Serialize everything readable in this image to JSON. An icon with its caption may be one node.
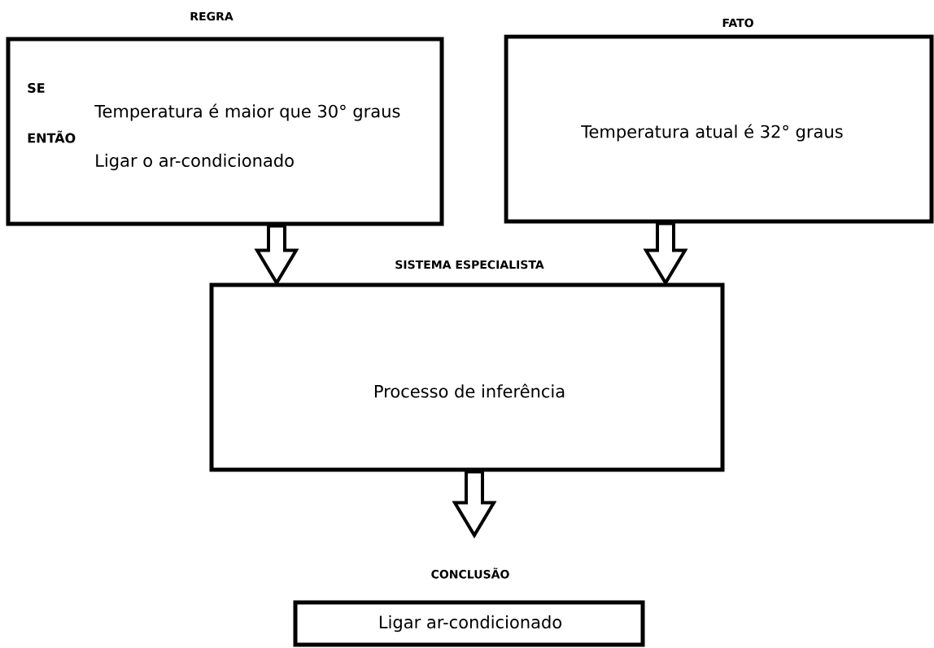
{
  "diagram": {
    "nodes": [
      {
        "text": [
          "REGRA",
          "SE",
          "Temperatura é maior que 30° graus",
          "ENTÃO",
          "Ligar o ar-condicionado"
        ]
      },
      {
        "text": [
          "FATO",
          "Temperatura atual é 32° graus"
        ]
      },
      {
        "text": [
          "SISTEMA ESPECIALISTA",
          "Processo de inferência"
        ]
      },
      {
        "text": [
          "CONCLUSÃO",
          "Ligar ar-condicionado"
        ]
      }
    ],
    "edges": [
      {
        "from": 0,
        "to": 2,
        "arrow": "to"
      },
      {
        "from": 1,
        "to": 2,
        "arrow": "to"
      },
      {
        "from": 2,
        "to": 3,
        "arrow": "to"
      }
    ]
  }
}
